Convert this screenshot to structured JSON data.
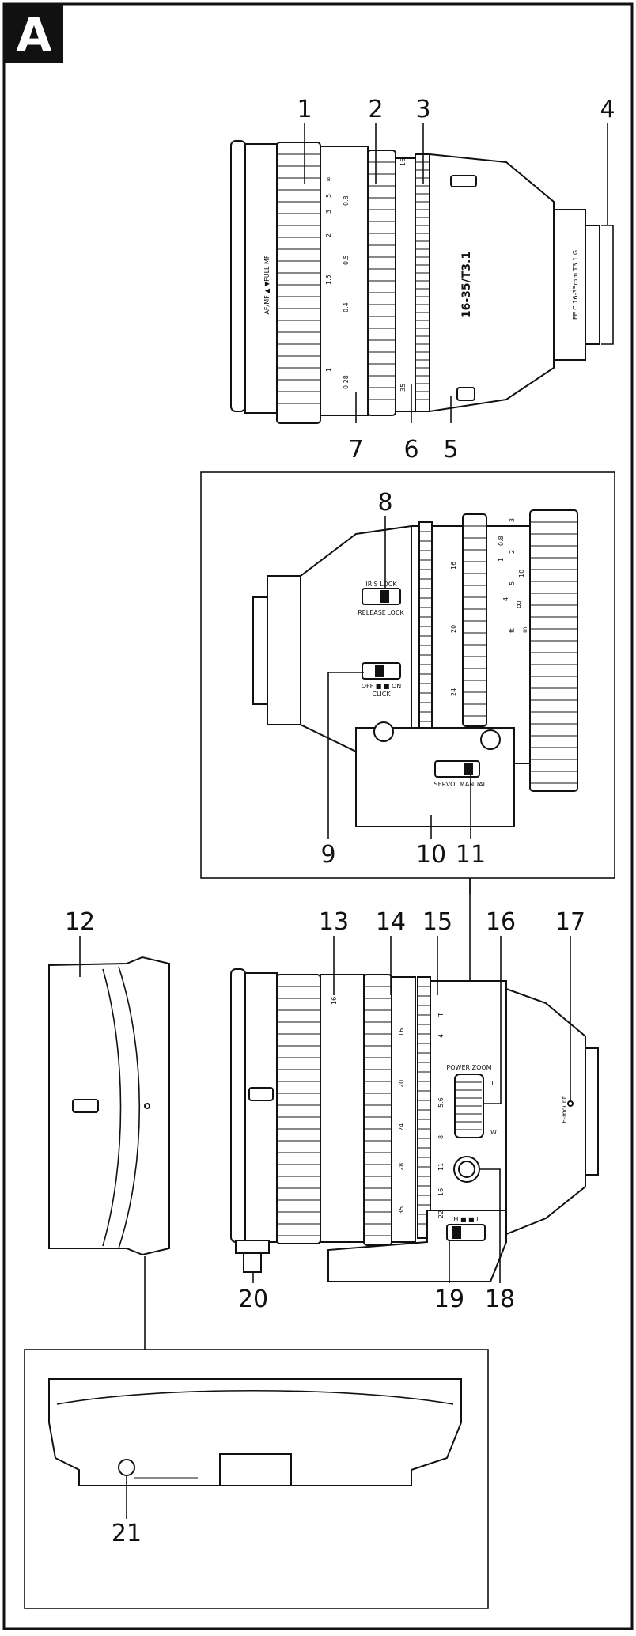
{
  "section_letter": "A",
  "top_view": {
    "callouts": [
      "1",
      "2",
      "3",
      "4",
      "5",
      "6",
      "7"
    ],
    "focus_mode_text": "AF/MF ▲ ▼FULL MF",
    "model_text": "16-35/T3.1",
    "mount_text": "FE C 16-35mm T3.1 G",
    "focus_scale": [
      "∞",
      "5",
      "3",
      "2",
      "1.5",
      "1",
      "0.8",
      "0.5",
      "0.4",
      "0.28"
    ],
    "zoom_scale": [
      "16",
      "35"
    ]
  },
  "middle_view": {
    "callouts": [
      "8",
      "9",
      "10",
      "11"
    ],
    "iris_lock_label": "IRIS LOCK",
    "iris_release_label": "RELEASE",
    "iris_lock_label2": "LOCK",
    "click_switch_label": "OFF ■ ■ ON",
    "click_switch_sub": "CLICK",
    "servo_label": "SERVO",
    "manual_label": "MANUAL",
    "distance_scale": [
      "3",
      "2",
      "0.8",
      "1",
      "5",
      "10",
      "4",
      "∞",
      "ft",
      "m"
    ],
    "zoom_scale": [
      "16",
      "20",
      "24"
    ]
  },
  "bottom_view": {
    "callouts": [
      "12",
      "13",
      "14",
      "15",
      "16",
      "17",
      "18",
      "19",
      "20"
    ],
    "power_zoom_label": "POWER ZOOM",
    "t_label": "T",
    "w_label": "W",
    "emount_label": "E-mount",
    "hl_label": "H ■ ■ L",
    "zoom_scale": [
      "16",
      "20",
      "24",
      "28",
      "35"
    ],
    "iris_scale": [
      "T",
      "4",
      "5.6",
      "8",
      "11",
      "16",
      "22"
    ]
  },
  "hood_view": {
    "callouts": [
      "21"
    ]
  }
}
